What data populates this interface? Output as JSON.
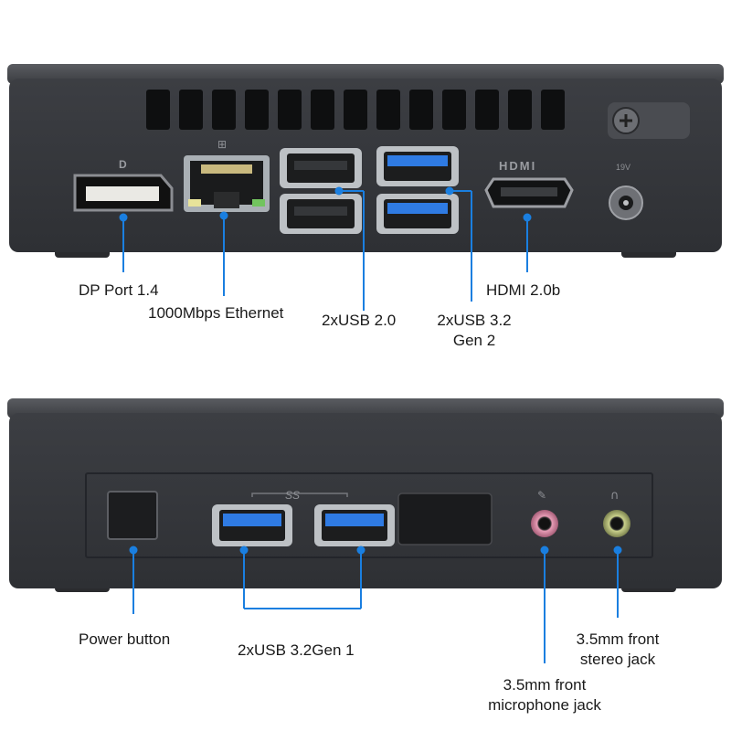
{
  "colors": {
    "callout": "#1a7fe0",
    "device_body": "#3b3d42",
    "device_face": "#34363a",
    "port_blue": "#2f7be3",
    "background": "#ffffff"
  },
  "rear_panel": {
    "labels": {
      "dp": "DP Port 1.4",
      "ethernet": "1000Mbps Ethernet",
      "usb2": "2xUSB 2.0",
      "usb32_line1": "2xUSB 3.2",
      "usb32_line2": "Gen 2",
      "hdmi": "HDMI 2.0b"
    },
    "port_markings": {
      "dp_logo": "D",
      "hdmi_logo": "HDMI",
      "dc_in": "19V"
    }
  },
  "front_panel": {
    "labels": {
      "power": "Power button",
      "usb32g1": "2xUSB 3.2Gen 1",
      "mic_line1": "3.5mm front",
      "mic_line2": "microphone jack",
      "stereo_line1": "3.5mm front",
      "stereo_line2": "stereo jack"
    },
    "port_markings": {
      "ss_logo": "SS"
    }
  }
}
